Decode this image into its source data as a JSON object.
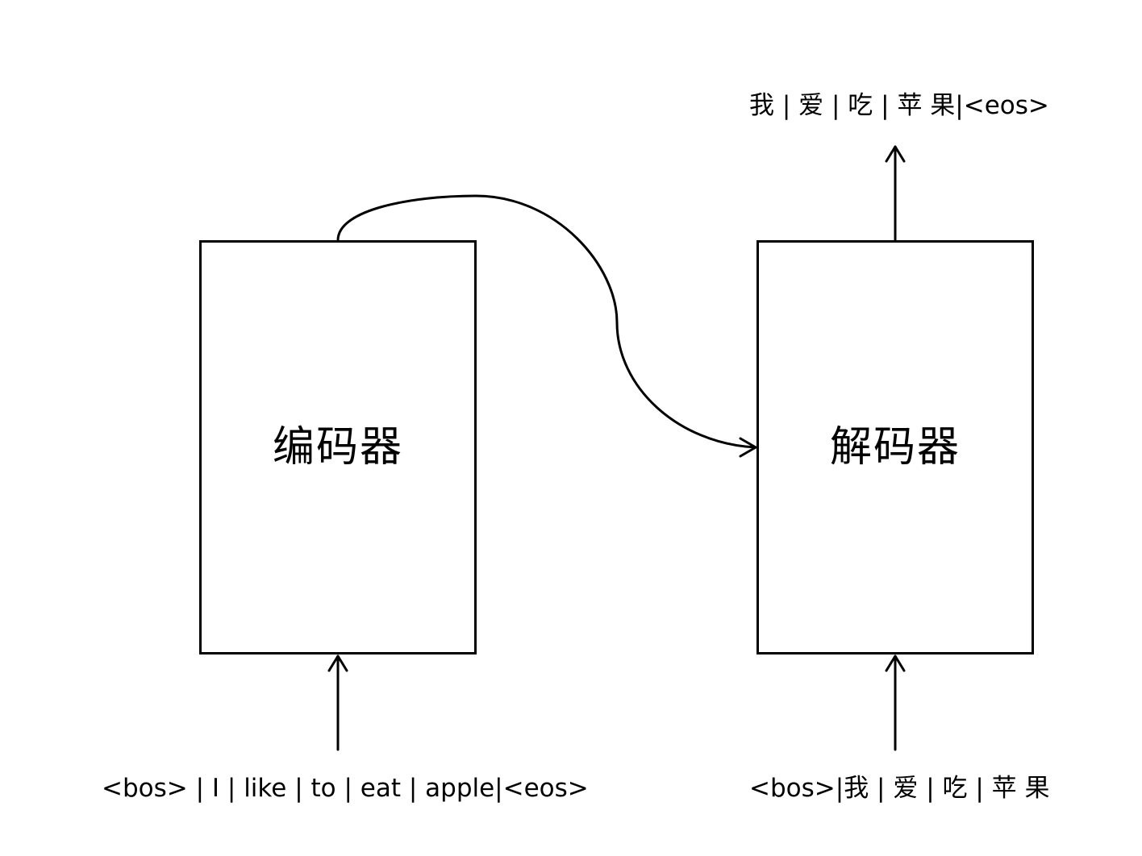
{
  "encoder": {
    "label": "编码器",
    "input_sequence": "<bos> | I | like | to | eat | apple|<eos>"
  },
  "decoder": {
    "label": "解码器",
    "input_sequence": "<bos>|我 | 爱 | 吃 | 苹 果",
    "output_sequence": "我 | 爱 | 吃 | 苹 果|<eos>"
  },
  "colors": {
    "stroke": "#000000",
    "background": "#ffffff"
  },
  "connectors": [
    {
      "from": "encoder-input-text",
      "to": "encoder-box",
      "style": "arrow"
    },
    {
      "from": "encoder-box",
      "to": "decoder-box",
      "style": "curved-arrow"
    },
    {
      "from": "decoder-input-text",
      "to": "decoder-box",
      "style": "arrow"
    },
    {
      "from": "decoder-box",
      "to": "decoder-output-text",
      "style": "arrow"
    }
  ]
}
